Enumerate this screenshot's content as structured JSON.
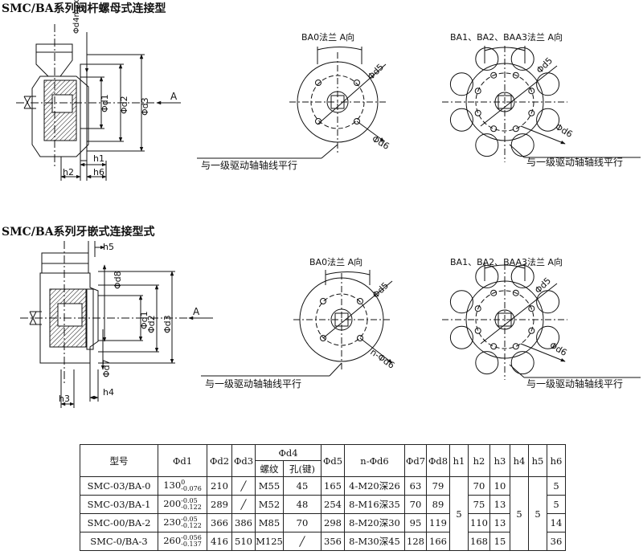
{
  "titles": {
    "nut_type": "SMC/BA系列阀杆螺母式连接型",
    "jaw_type": "SMC/BA系列牙嵌式连接型式"
  },
  "labels": {
    "ba0_view": "BA0法兰 A向",
    "ba123_view": "BA1、BA2、BAA3法兰 A向",
    "parallel": "与一级驱动轴轴线平行",
    "arrow_a": "A",
    "d1": "Φd1",
    "d2": "Φd2",
    "d3": "Φd3",
    "d4max": "Φd4max",
    "d5": "Φd5",
    "d6": "Φd6",
    "n_d6": "n-Φd6",
    "d7": "Φd7",
    "d8": "Φd8",
    "h1": "h1",
    "h2": "h2",
    "h3": "h3",
    "h4": "h4",
    "h5": "h5",
    "h6": "h6"
  },
  "table": {
    "headers": {
      "model": "型号",
      "d1": "Φd1",
      "d2": "Φd2",
      "d3": "Φd3",
      "d4": "Φd4",
      "thread": "螺纹",
      "hole": "孔(键)",
      "d5": "Φd5",
      "nd6": "n-Φd6",
      "d7": "Φd7",
      "d8": "Φd8",
      "h1": "h1",
      "h2": "h2",
      "h3": "h3",
      "h4": "h4",
      "h5": "h5",
      "h6": "h6"
    },
    "rows": [
      {
        "model": "SMC-03/BA-0",
        "d1": "130",
        "d1_up": "0",
        "d1_lo": "-0.076",
        "d2": "210",
        "d3": "╱",
        "thread": "M55",
        "hole": "45",
        "d5": "165",
        "nd6": "4-M20深26",
        "d7": "63",
        "d8": "79",
        "h2": "70",
        "h3": "10",
        "h6": "5"
      },
      {
        "model": "SMC-03/BA-1",
        "d1": "200",
        "d1_up": "-0.05",
        "d1_lo": "-0.122",
        "d2": "289",
        "d3": "╱",
        "thread": "M52",
        "hole": "48",
        "d5": "254",
        "nd6": "8-M16深35",
        "d7": "70",
        "d8": "89",
        "h2": "75",
        "h3": "13",
        "h6": "5"
      },
      {
        "model": "SMC-00/BA-2",
        "d1": "230",
        "d1_up": "-0.05",
        "d1_lo": "-0.122",
        "d2": "366",
        "d3": "386",
        "thread": "M85",
        "hole": "70",
        "d5": "298",
        "nd6": "8-M20深30",
        "d7": "95",
        "d8": "119",
        "h2": "110",
        "h3": "13",
        "h6": "14"
      },
      {
        "model": "SMC-0/BA-3",
        "d1": "260",
        "d1_up": "-0.056",
        "d1_lo": "-0.137",
        "d2": "416",
        "d3": "510",
        "thread": "M125",
        "hole": "╱",
        "d5": "356",
        "nd6": "8-M30深45",
        "d7": "128",
        "d8": "166",
        "h2": "168",
        "h3": "15",
        "h6": "36"
      }
    ],
    "merged": {
      "h1": "5",
      "h4": "5",
      "h5": "5"
    }
  }
}
